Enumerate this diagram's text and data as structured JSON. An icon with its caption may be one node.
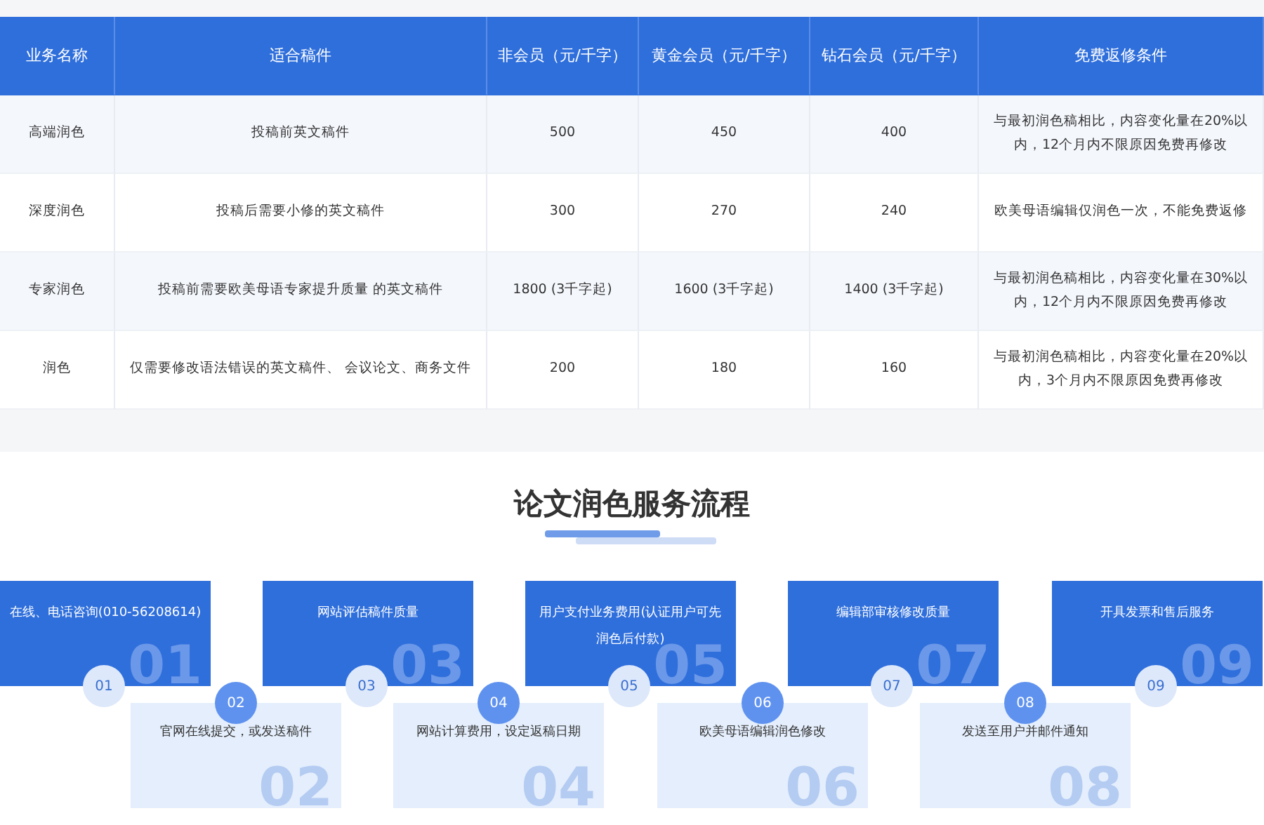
{
  "diagram": {
    "title": "论文润色服务流程",
    "nodes": [
      {
        "text": [
          "在线、电话咨询(010-56208614)",
          "01",
          "01"
        ]
      },
      {
        "text": [
          "官网在线提交，或发送稿件",
          "02",
          "02"
        ]
      },
      {
        "text": [
          "网站评估稿件质量",
          "03",
          "03"
        ]
      },
      {
        "text": [
          "网站计算费用，设定返稿日期",
          "04",
          "04"
        ]
      },
      {
        "text": [
          "用户支付业务费用(认证用户可先润色后付款)",
          "05",
          "05"
        ]
      },
      {
        "text": [
          "欧美母语编辑润色修改",
          "06",
          "06"
        ]
      },
      {
        "text": [
          "编辑部审核修改质量",
          "07",
          "07"
        ]
      },
      {
        "text": [
          "发送至用户并邮件通知",
          "08",
          "08"
        ]
      },
      {
        "text": [
          "开具发票和售后服务",
          "09",
          "09"
        ]
      }
    ],
    "edges": [],
    "labels": [
      "业务名称",
      "适合稿件",
      "非会员（元/千字）",
      "黄金会员（元/千字）",
      "钻石会员（元/千字）",
      "免费返修条件",
      "高端润色",
      "投稿前英文稿件",
      "500",
      "450",
      "400",
      "与最初润色稿相比，内容变化量在20%以内，12个月内不限原因免费再修改",
      "深度润色",
      "投稿后需要小修的英文稿件",
      "300",
      "270",
      "240",
      "欧美母语编辑仅润色一次，不能免费返修",
      "专家润色",
      "投稿前需要欧美母语专家提升质量 的英文稿件",
      "1800 (3千字起)",
      "1600 (3千字起)",
      "1400 (3千字起)",
      "与最初润色稿相比，内容变化量在30%以内，12个月内不限原因免费再修改",
      "润色",
      "仅需要修改语法错误的英文稿件、 会议论文、商务文件",
      "200",
      "180",
      "160",
      "与最初润色稿相比，内容变化量在20%以内，3个月内不限原因免费再修改"
    ]
  }
}
